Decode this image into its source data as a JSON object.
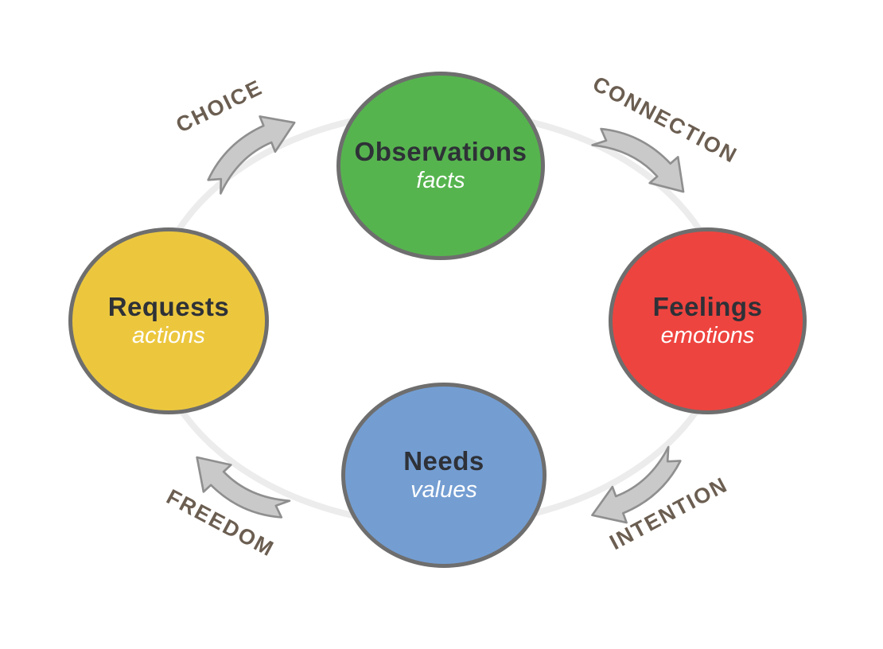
{
  "diagram": {
    "nodes": [
      {
        "id": "observations",
        "label": "Observations",
        "sublabel": "facts",
        "color": "#56b44e",
        "position": "top"
      },
      {
        "id": "feelings",
        "label": "Feelings",
        "sublabel": "emotions",
        "color": "#ee443f",
        "position": "right"
      },
      {
        "id": "needs",
        "label": "Needs",
        "sublabel": "values",
        "color": "#749ed2",
        "position": "bottom"
      },
      {
        "id": "requests",
        "label": "Requests",
        "sublabel": "actions",
        "color": "#ecc73e",
        "position": "left"
      }
    ],
    "transitions": [
      {
        "label": "CHOICE",
        "from": "requests",
        "to": "observations"
      },
      {
        "label": "CONNECTION",
        "from": "observations",
        "to": "feelings"
      },
      {
        "label": "INTENTION",
        "from": "feelings",
        "to": "needs"
      },
      {
        "label": "FREEDOM",
        "from": "needs",
        "to": "requests"
      }
    ],
    "colors": {
      "node_border": "#6e6e6e",
      "node_title_text": "#2e3137",
      "node_subtitle_text": "#ffffff",
      "transition_label_text": "#6b5e51",
      "arrow_fill": "#c9c9c9",
      "arrow_stroke": "#8f8f8f",
      "ring": "#ececec",
      "background": "#ffffff"
    }
  }
}
